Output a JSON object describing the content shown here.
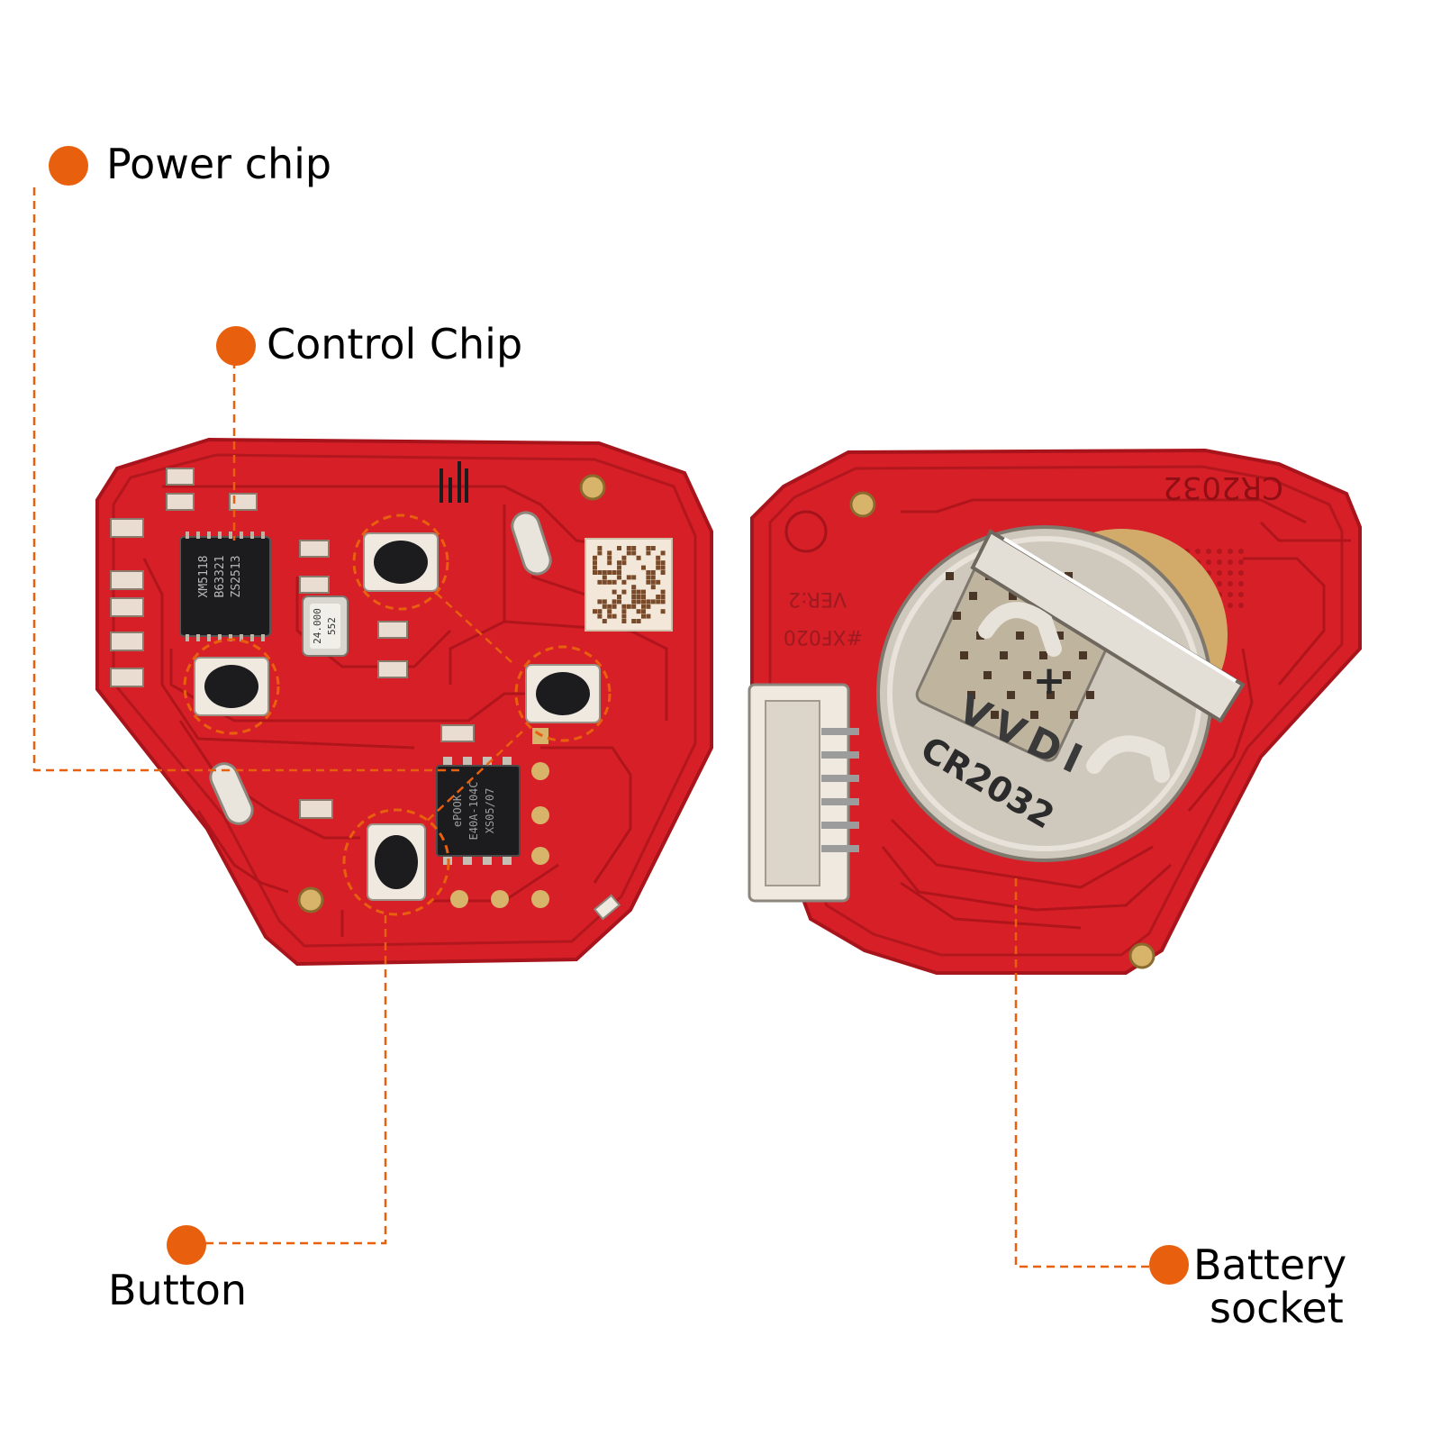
{
  "colors": {
    "accent": "#e8600e",
    "pcb_red": "#d71f27",
    "pcb_dark_red": "#a8141b",
    "chip_black": "#1c1c1e",
    "metal": "#c9c3b8",
    "background": "#ffffff"
  },
  "callouts": {
    "power_chip": "Power chip",
    "control_chip": "Control Chip",
    "button": "Button",
    "battery_socket_line1": "Battery",
    "battery_socket_line2": "socket"
  },
  "board_text": {
    "control_chip_marking": [
      "XM5118",
      "B63321",
      "ZS2513"
    ],
    "crystal_marking": [
      "24.000",
      "552"
    ],
    "power_chip_marking": [
      "ePOOK",
      "E40A-104C",
      "XS05/07"
    ],
    "battery_label": "CR2032",
    "version_label": "VER:2",
    "board_id": "#XF020",
    "socket_brand": "VVDI",
    "socket_model": "CR2032",
    "socket_polarity": "+"
  },
  "icons": {
    "callout_marker": "orange-dot-icon"
  }
}
